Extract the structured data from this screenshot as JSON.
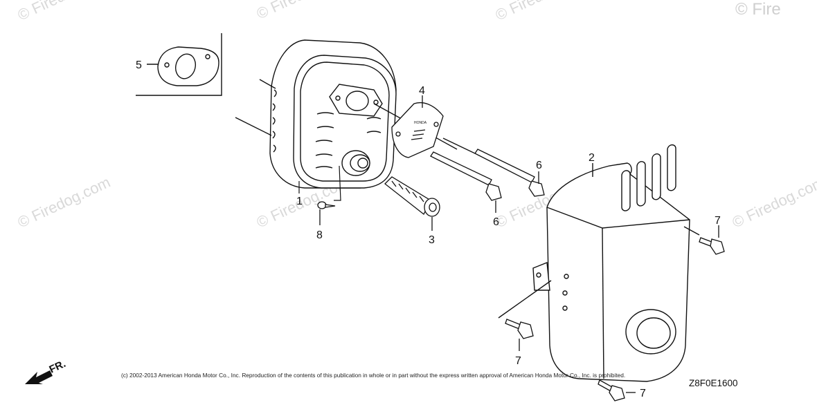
{
  "watermark": {
    "text": "© Firedog.com",
    "corner_text": "© Fire"
  },
  "callouts": {
    "c1": "1",
    "c2": "2",
    "c3": "3",
    "c4": "4",
    "c5": "5",
    "c6a": "6",
    "c6b": "6",
    "c7a": "7",
    "c7b": "7",
    "c7c": "7",
    "c8": "8"
  },
  "part_labels": {
    "heat_shield_text": "HONDA"
  },
  "direction": {
    "label": "FR."
  },
  "footer": {
    "copyright": "(c) 2002-2013 American Honda Motor Co., Inc. Reproduction of the contents of this publication in whole or in part without the express written approval of American Honda Motor Co., Inc. is prohibited.",
    "drawing_number": "Z8F0E1600"
  },
  "colors": {
    "line": "#111111",
    "watermark": "#d9d9d9",
    "fill": "#ffffff"
  }
}
